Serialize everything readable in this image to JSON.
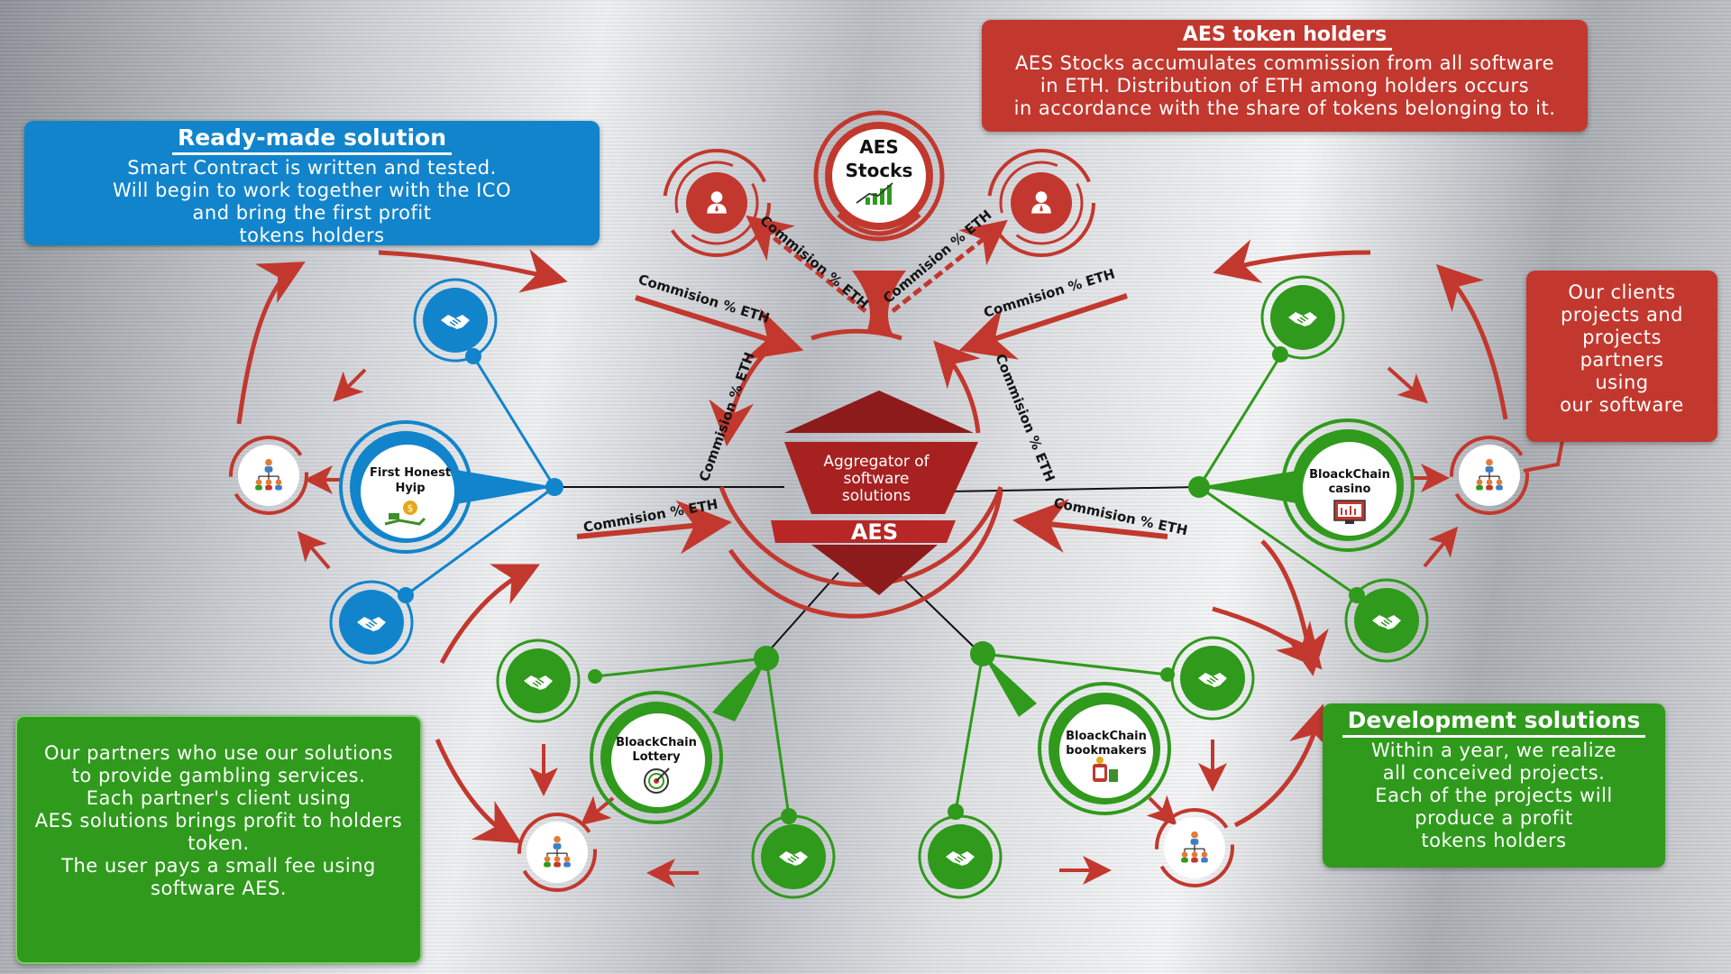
{
  "panels": {
    "ready_made": {
      "title": "Ready-made solution",
      "lines": [
        "Smart Contract is written and tested.",
        "Will begin to work together with the ICO",
        "and bring the first profit",
        "tokens holders"
      ]
    },
    "token_holders": {
      "title": "AES token holders",
      "lines": [
        "AES Stocks accumulates commission from all software",
        "in ETH. Distribution of ETH among holders occurs",
        "in accordance with the share of tokens belonging to it."
      ]
    },
    "clients": {
      "lines": [
        "Our clients",
        "projects and",
        "projects",
        "partners",
        "using",
        "our software"
      ]
    },
    "partners": {
      "lines": [
        "Our partners who use our solutions",
        "to provide gambling services.",
        "Each partner's client using",
        "AES solutions brings profit to holders",
        "token.",
        "The user pays a small fee using",
        "software AES."
      ]
    },
    "development": {
      "title": "Development solutions",
      "lines": [
        "Within a year, we realize",
        "all conceived projects.",
        "Each of the projects will",
        "produce a profit",
        "tokens holders"
      ]
    }
  },
  "center": {
    "line1": "Aggregator of",
    "line2": "software",
    "line3": "solutions",
    "brand": "AES"
  },
  "stocks": {
    "line1": "AES",
    "line2": "Stocks"
  },
  "nodes": {
    "hyip": {
      "line1": "First Honest",
      "line2": "Hyip"
    },
    "casino": {
      "line1": "BloackChain",
      "line2": "casino"
    },
    "lottery": {
      "line1": "BloackChain",
      "line2": "Lottery"
    },
    "bookmakers": {
      "line1": "BloackChain",
      "line2": "bookmakers"
    }
  },
  "commission_label": "Commision % ETH",
  "colors": {
    "blue": "#1284cc",
    "red": "#c2382e",
    "green": "#2f9a1c",
    "center_dark": "#8e1b1b"
  },
  "icons": {
    "handshake": "handshake-icon",
    "people": "people-network-icon",
    "person": "person-icon",
    "chart": "growth-chart-icon",
    "money": "money-hand-icon",
    "casino": "slot-monitor-icon",
    "lottery": "target-icon",
    "bookmakers": "cup-icon"
  }
}
